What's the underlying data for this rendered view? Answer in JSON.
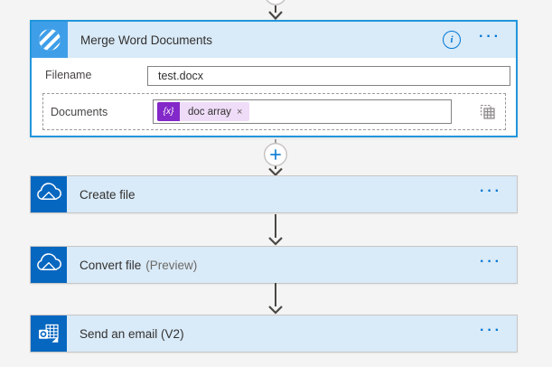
{
  "flow": {
    "selected_card": {
      "title": "Merge Word Documents",
      "icon": "merge-word-documents-icon",
      "info_glyph": "i",
      "menu_glyph": "···",
      "fields": {
        "filename": {
          "label": "Filename",
          "value": "test.docx"
        },
        "documents": {
          "label": "Documents",
          "token": {
            "badge": "{x}",
            "label": "doc array",
            "remove": "×"
          }
        }
      }
    },
    "insert_step": {
      "glyph": "+"
    },
    "cards": [
      {
        "title": "Create file",
        "suffix": "",
        "icon": "onedrive-icon",
        "menu_glyph": "···"
      },
      {
        "title": "Convert file",
        "suffix": "(Preview)",
        "icon": "onedrive-icon",
        "menu_glyph": "···"
      },
      {
        "title": "Send an email (V2)",
        "suffix": "",
        "icon": "outlook-icon",
        "menu_glyph": "···"
      }
    ]
  },
  "colors": {
    "canvas_bg": "#f4f4f4",
    "card_header_bg": "#d9eaf8",
    "selected_border": "#2196dc",
    "accent_blue": "#0078d4",
    "merge_icon_bg": "#3f9ee8",
    "office_icon_bg": "#0667c0",
    "token_badge": "#8328c9",
    "token_pill": "#efdcf8",
    "arrow": "#4a4743"
  }
}
